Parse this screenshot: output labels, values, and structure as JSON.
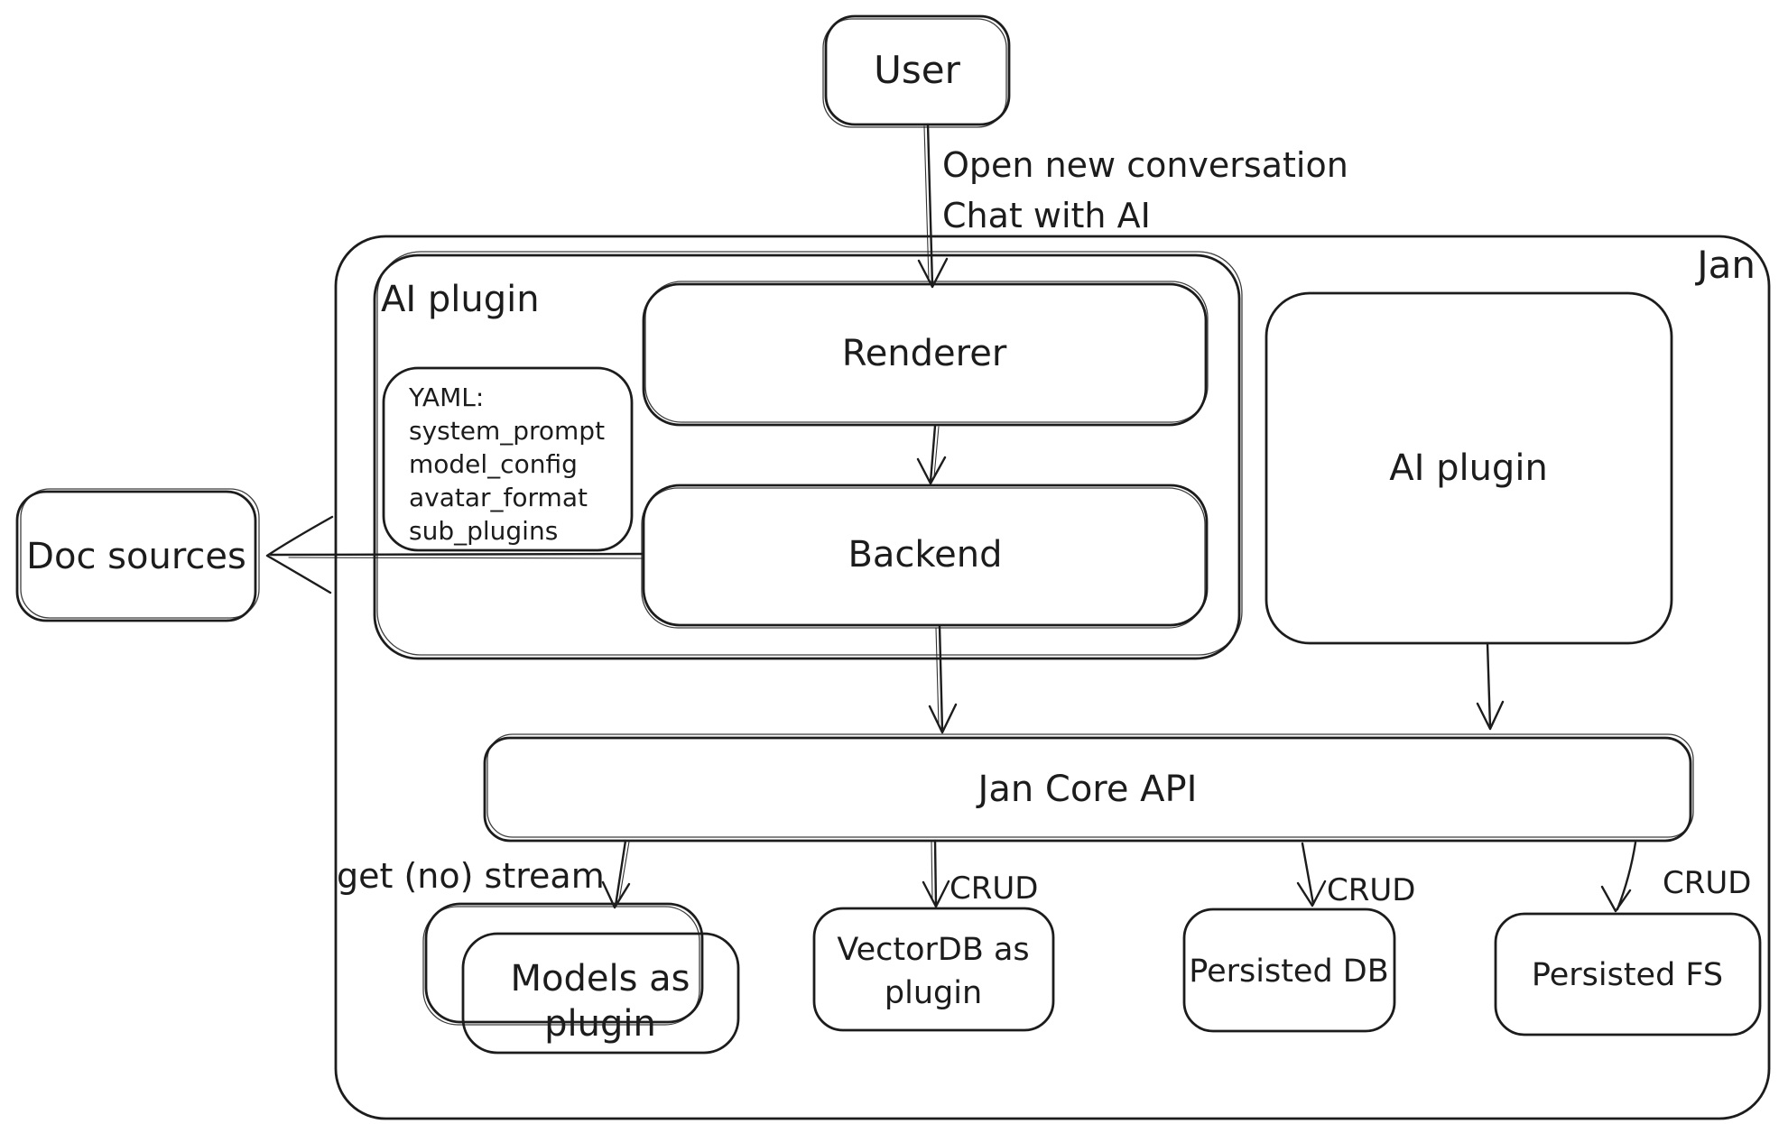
{
  "diagram": {
    "background_color": "#ffffff",
    "stroke_color": "#1c1c1c",
    "container": {
      "label": "Jan"
    },
    "nodes": {
      "user": {
        "label": "User"
      },
      "ai_plugin_left": {
        "label": "AI plugin"
      },
      "renderer": {
        "label": "Renderer"
      },
      "backend": {
        "label": "Backend"
      },
      "yaml_note": {
        "lines": [
          "YAML:",
          "system_prompt",
          "model_config",
          "avatar_format",
          "sub_plugins"
        ]
      },
      "doc_sources": {
        "label": "Doc sources"
      },
      "ai_plugin_right": {
        "label": "AI plugin"
      },
      "jan_core_api": {
        "label": "Jan Core API"
      },
      "models_as_plugin": {
        "line1": "Models as",
        "line2": "plugin"
      },
      "vectordb_as_plugin": {
        "line1": "VectorDB as",
        "line2": "plugin"
      },
      "persisted_db": {
        "label": "Persisted DB"
      },
      "persisted_fs": {
        "label": "Persisted FS"
      }
    },
    "edges": {
      "user_to_renderer": {
        "line1": "Open new conversation",
        "line2": "Chat with AI"
      },
      "core_to_models": {
        "label": "get (no) stream"
      },
      "core_to_vectordb": {
        "label": "CRUD"
      },
      "core_to_persisted_db": {
        "label": "CRUD"
      },
      "core_to_persisted_fs": {
        "label": "CRUD"
      }
    }
  }
}
